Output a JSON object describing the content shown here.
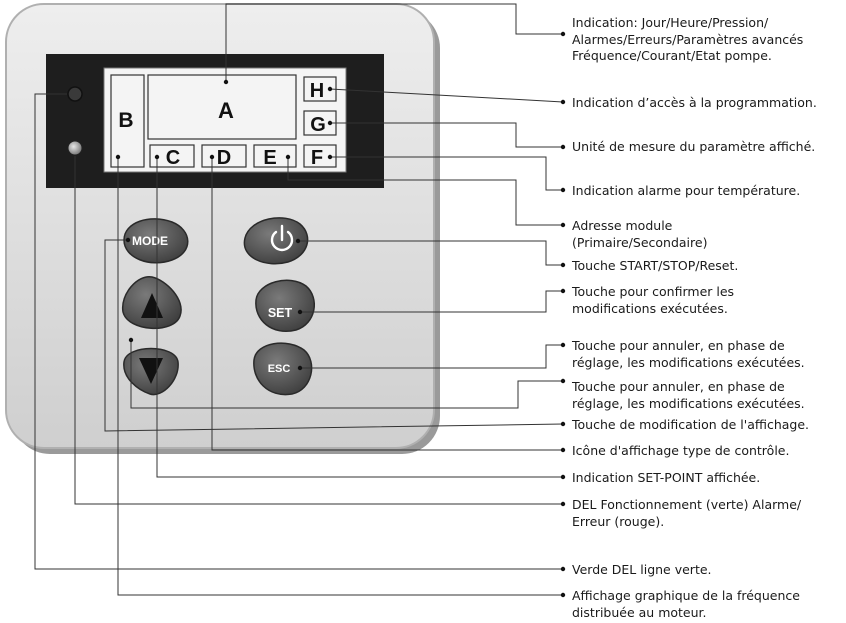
{
  "display": {
    "segments": {
      "A": "A",
      "B": "B",
      "C": "C",
      "D": "D",
      "E": "E",
      "F": "F",
      "G": "G",
      "H": "H"
    }
  },
  "buttons": {
    "mode": "MODE",
    "set": "SET",
    "esc": "ESC",
    "power_icon": "power-icon",
    "up_icon": "triangle-up-icon",
    "down_icon": "triangle-down-icon"
  },
  "callouts": [
    "Indication: Jour/Heure/Pression/\nAlarmes/Erreurs/Paramètres avancés\nFréquence/Courant/Etat pompe.",
    "Indication d’accès à la programmation.",
    "Unité de mesure du paramètre affiché.",
    "Indication alarme pour température.",
    "Adresse module\n(Primaire/Secondaire)",
    "Touche START/STOP/Reset.",
    "Touche pour confirmer les\nmodifications exécutées.",
    "Touche pour annuler, en phase de\nréglage, les modifications exécutées.",
    "Touche pour annuler, en phase de\nréglage, les modifications exécutées.",
    "Touche de modification de l'affichage.",
    "Icône d'affichage type de contrôle.",
    "Indication SET-POINT affichée.",
    "DEL Fonctionnement (verte) Alarme/\nErreur (rouge).",
    "Verde DEL ligne verte.",
    "Affichage graphique de la fréquence\ndistribuée au moteur."
  ],
  "colors": {
    "panel": "#dcdcdc",
    "bezel": "#1e1e1e",
    "lcd": "#f4f4f4",
    "button": "#5a5a5a",
    "leader_line": "#333333"
  }
}
